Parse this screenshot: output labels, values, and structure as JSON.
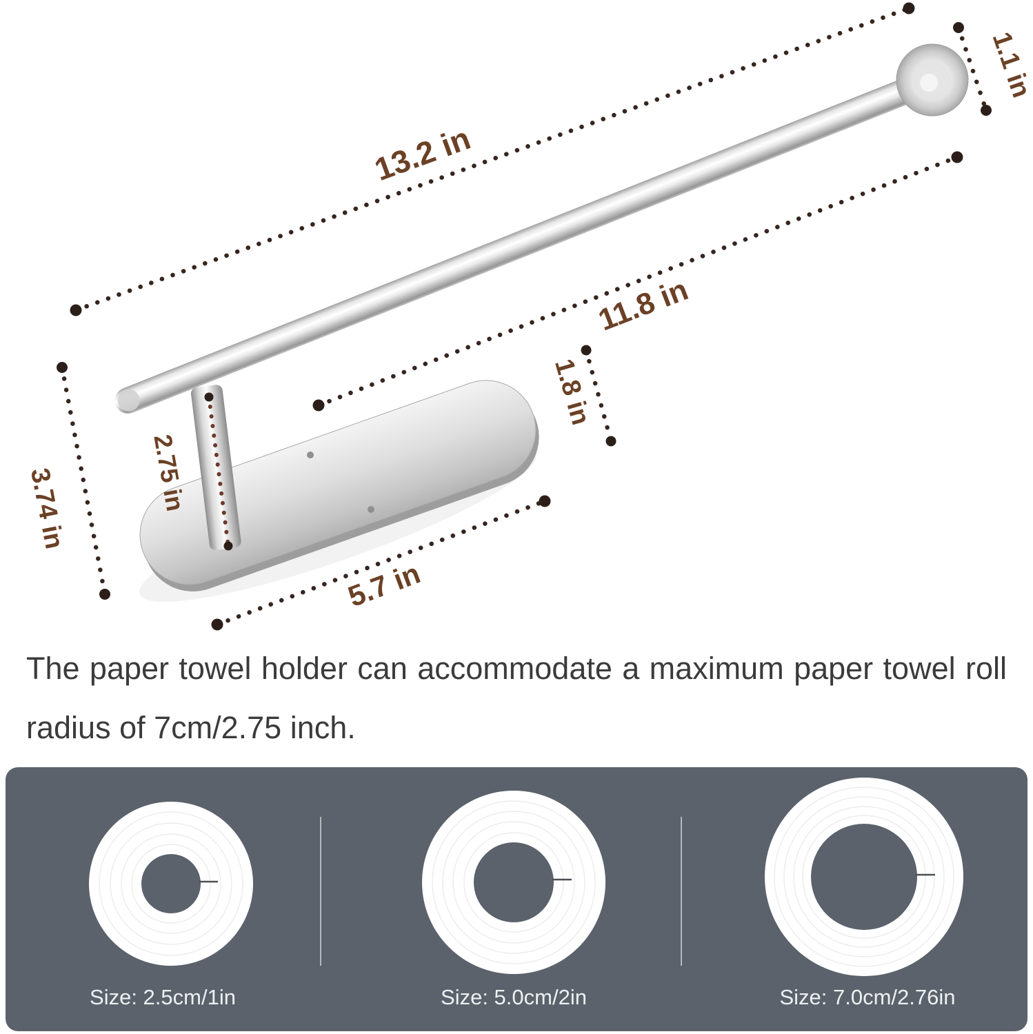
{
  "diagram": {
    "labels": {
      "total_length": "13.2 in",
      "flange_diameter": "1.1 in",
      "bar_length": "11.8 in",
      "clearance": "1.8 in",
      "post_height": "2.75 in",
      "overall_height": "3.74 in",
      "base_length": "5.7 in"
    },
    "colors": {
      "dimension_text": "#6b4126",
      "dimension_dots": "#36261f",
      "post_dots": "#6e382a"
    }
  },
  "description": {
    "line1": "The paper towel holder can accommodate a maximum paper towel roll",
    "line2": "radius of 7cm/2.75 inch."
  },
  "size_panel": {
    "background": "#5b626b",
    "rolls": [
      {
        "label": "Size: 2.5cm/1in"
      },
      {
        "label": "Size: 5.0cm/2in"
      },
      {
        "label": "Size: 7.0cm/2.76in"
      }
    ]
  }
}
